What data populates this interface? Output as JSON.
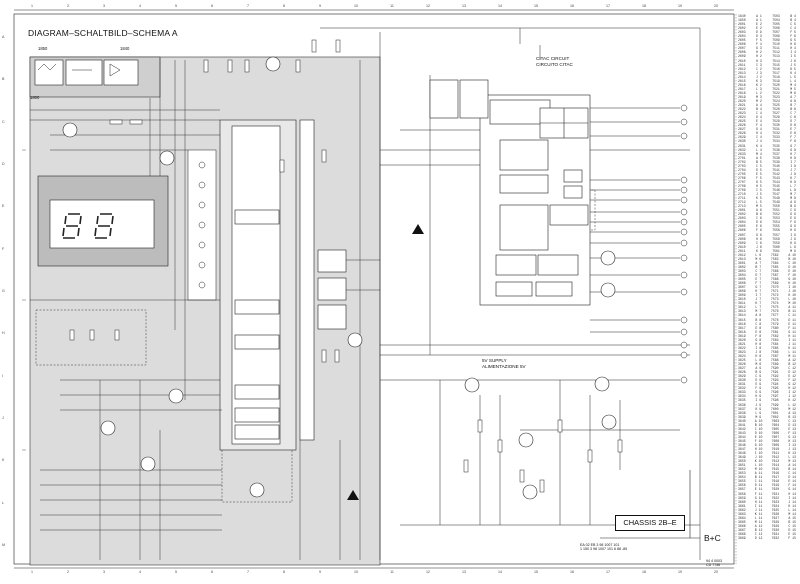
{
  "title": "DIAGRAM–SCHALTBILD–SCHEMA  A",
  "citac_circuit": {
    "line1": "CITAC CIRCUIT",
    "line2": "CIRCUITO CITAC"
  },
  "supply_5v": {
    "line1": "5V  SUPPLY",
    "line2": "ALIMENTAZIONE 5V"
  },
  "chassis_label": "CHASSIS  2B–E",
  "bc_label": "B+C",
  "board_refs": {
    "p1850": "1850",
    "p1840": "1840",
    "p1800": "1800"
  },
  "column_numbers": [
    "1",
    "2",
    "3",
    "4",
    "5",
    "6",
    "7",
    "8",
    "9",
    "10",
    "11",
    "12",
    "13",
    "14",
    "15",
    "16",
    "17",
    "18",
    "19",
    "20"
  ],
  "row_letters": [
    "A",
    "B",
    "C",
    "D",
    "E",
    "F",
    "G",
    "H",
    "I",
    "J",
    "K",
    "L",
    "M"
  ],
  "reference_table": [
    [
      "1840",
      "A 1",
      "7503",
      "B 4"
    ],
    [
      "1850",
      "A 1",
      "7504",
      "B 4"
    ],
    [
      "2601",
      "E 2",
      "7505",
      "C 5"
    ],
    [
      "2602",
      "E 2",
      "7506",
      "C 4"
    ],
    [
      "2603",
      "D 9",
      "7507",
      "F 5"
    ],
    [
      "2604",
      "D 3",
      "7508",
      "F 6"
    ],
    [
      "2605",
      "F 5",
      "7509",
      "G 5"
    ],
    [
      "2606",
      "F 4",
      "7510",
      "H 6"
    ],
    [
      "2607",
      "G 3",
      "7511",
      "H 4"
    ],
    [
      "2608",
      "H 2",
      "7512",
      "I 4"
    ],
    [
      "2609",
      "H 2",
      "7513",
      "I 5"
    ],
    [
      "2610",
      "H 3",
      "7514",
      "J 6"
    ],
    [
      "2611",
      "I 3",
      "7515",
      "J 5"
    ],
    [
      "2612",
      "I 2",
      "7516",
      "K 5"
    ],
    [
      "2613",
      "J 3",
      "7517",
      "K 4"
    ],
    [
      "2614",
      "J 2",
      "7518",
      "L 5"
    ],
    [
      "2615",
      "K 3",
      "7519",
      "L 4"
    ],
    [
      "2616",
      "K 2",
      "7520",
      "M 4"
    ],
    [
      "2617",
      "L 3",
      "7521",
      "M 5"
    ],
    [
      "2618",
      "L 2",
      "7522",
      "M 6"
    ],
    [
      "2619",
      "M 3",
      "7523",
      "A 7"
    ],
    [
      "2620",
      "M 2",
      "7524",
      "A 8"
    ],
    [
      "2621",
      "A 4",
      "7525",
      "B 7"
    ],
    [
      "2622",
      "B 4",
      "7526",
      "B 8"
    ],
    [
      "2623",
      "C 4",
      "7527",
      "C 7"
    ],
    [
      "2624",
      "D 4",
      "7528",
      "C 8"
    ],
    [
      "2625",
      "E 4",
      "7529",
      "D 7"
    ],
    [
      "2626",
      "F 4",
      "7530",
      "D 8"
    ],
    [
      "2627",
      "G 4",
      "7531",
      "E 7"
    ],
    [
      "2628",
      "H 4",
      "7532",
      "E 8"
    ],
    [
      "2629",
      "I 4",
      "7533",
      "F 7"
    ],
    [
      "2630",
      "J 4",
      "7534",
      "F 8"
    ],
    [
      "2631",
      "K 4",
      "7535",
      "G 7"
    ],
    [
      "2632",
      "L 4",
      "7536",
      "G 8"
    ],
    [
      "2633",
      "M 4",
      "7537",
      "H 7"
    ],
    [
      "2701",
      "A 5",
      "7538",
      "H 8"
    ],
    [
      "2702",
      "B 5",
      "7539",
      "I 7"
    ],
    [
      "2703",
      "C 5",
      "7540",
      "I 8"
    ],
    [
      "2704",
      "D 5",
      "7541",
      "J 7"
    ],
    [
      "2705",
      "E 5",
      "7542",
      "J 8"
    ],
    [
      "2706",
      "F 5",
      "7543",
      "K 7"
    ],
    [
      "2707",
      "G 5",
      "7544",
      "K 8"
    ],
    [
      "2708",
      "H 5",
      "7545",
      "L 7"
    ],
    [
      "2709",
      "I 5",
      "7546",
      "L 8"
    ],
    [
      "2710",
      "J 5",
      "7547",
      "M 7"
    ],
    [
      "2711",
      "K 5",
      "7548",
      "M 8"
    ],
    [
      "2712",
      "L 5",
      "7549",
      "A 9"
    ],
    [
      "2713",
      "M 5",
      "7550",
      "B 9"
    ],
    [
      "2801",
      "A 6",
      "7551",
      "C 9"
    ],
    [
      "2802",
      "B 6",
      "7552",
      "D 9"
    ],
    [
      "2803",
      "C 6",
      "7553",
      "E 9"
    ],
    [
      "2804",
      "D 6",
      "7554",
      "F 9"
    ],
    [
      "2805",
      "E 6",
      "7555",
      "G 9"
    ],
    [
      "2806",
      "F 6",
      "7556",
      "H 9"
    ],
    [
      "2807",
      "G 6",
      "7557",
      "I 9"
    ],
    [
      "2808",
      "H 6",
      "7558",
      "J 9"
    ],
    [
      "2809",
      "I 6",
      "7559",
      "K 9"
    ],
    [
      "2810",
      "J 6",
      "7560",
      "L 9"
    ],
    [
      "2811",
      "K 6",
      "7561",
      "M 9"
    ],
    [
      "2812",
      "L 6",
      "7562",
      "A 10"
    ],
    [
      "2813",
      "M 6",
      "7563",
      "B 10"
    ],
    [
      "3601",
      "A 7",
      "7564",
      "C 10"
    ],
    [
      "3602",
      "B 7",
      "7565",
      "D 10"
    ],
    [
      "3603",
      "C 7",
      "7566",
      "E 10"
    ],
    [
      "3604",
      "D 7",
      "7567",
      "F 10"
    ],
    [
      "3605",
      "E 7",
      "7568",
      "G 10"
    ],
    [
      "3606",
      "F 7",
      "7569",
      "H 10"
    ],
    [
      "3607",
      "G 7",
      "7570",
      "I 10"
    ],
    [
      "3608",
      "H 7",
      "7571",
      "J 10"
    ],
    [
      "3609",
      "I 7",
      "7572",
      "K 10"
    ],
    [
      "3610",
      "J 7",
      "7573",
      "L 10"
    ],
    [
      "3611",
      "K 7",
      "7574",
      "M 10"
    ],
    [
      "3612",
      "L 7",
      "7575",
      "A 11"
    ],
    [
      "3613",
      "M 7",
      "7576",
      "B 11"
    ],
    [
      "3614",
      "A 8",
      "7577",
      "C 11"
    ],
    [
      "3615",
      "B 8",
      "7578",
      "D 11"
    ],
    [
      "3616",
      "C 8",
      "7579",
      "E 11"
    ],
    [
      "3617",
      "D 8",
      "7580",
      "F 11"
    ],
    [
      "3618",
      "E 8",
      "7581",
      "G 11"
    ],
    [
      "3619",
      "F 8",
      "7582",
      "H 11"
    ],
    [
      "3620",
      "G 8",
      "7583",
      "I 11"
    ],
    [
      "3621",
      "H 8",
      "7584",
      "J 11"
    ],
    [
      "3622",
      "I 8",
      "7585",
      "K 11"
    ],
    [
      "3623",
      "J 8",
      "7586",
      "L 11"
    ],
    [
      "3624",
      "K 8",
      "7587",
      "M 11"
    ],
    [
      "3625",
      "L 8",
      "7588",
      "A 12"
    ],
    [
      "3626",
      "M 8",
      "7589",
      "B 12"
    ],
    [
      "3627",
      "A 9",
      "7590",
      "C 12"
    ],
    [
      "3628",
      "B 9",
      "7591",
      "D 12"
    ],
    [
      "3629",
      "C 9",
      "7592",
      "E 12"
    ],
    [
      "3630",
      "D 9",
      "7593",
      "F 12"
    ],
    [
      "3631",
      "E 9",
      "7594",
      "G 12"
    ],
    [
      "3632",
      "F 9",
      "7595",
      "H 12"
    ],
    [
      "3633",
      "G 9",
      "7596",
      "I 12"
    ],
    [
      "3634",
      "H 9",
      "7597",
      "J 12"
    ],
    [
      "3635",
      "I 9",
      "7598",
      "K 12"
    ],
    [
      "3636",
      "J 9",
      "7599",
      "L 12"
    ],
    [
      "3637",
      "K 9",
      "7600",
      "M 12"
    ],
    [
      "3638",
      "L 9",
      "7601",
      "A 13"
    ],
    [
      "3639",
      "M 9",
      "7602",
      "B 13"
    ],
    [
      "3640",
      "A 10",
      "7603",
      "C 13"
    ],
    [
      "3641",
      "B 10",
      "7604",
      "D 13"
    ],
    [
      "3642",
      "C 10",
      "7605",
      "E 13"
    ],
    [
      "3643",
      "D 10",
      "7606",
      "F 13"
    ],
    [
      "3644",
      "E 10",
      "7607",
      "G 13"
    ],
    [
      "3645",
      "F 10",
      "7608",
      "H 13"
    ],
    [
      "3646",
      "G 10",
      "7609",
      "I 13"
    ],
    [
      "3647",
      "H 10",
      "7610",
      "J 13"
    ],
    [
      "3648",
      "I 10",
      "7611",
      "K 13"
    ],
    [
      "3649",
      "J 10",
      "7612",
      "L 13"
    ],
    [
      "3650",
      "K 10",
      "7613",
      "M 13"
    ],
    [
      "3651",
      "L 10",
      "7614",
      "A 14"
    ],
    [
      "3652",
      "M 10",
      "7615",
      "B 14"
    ],
    [
      "3653",
      "A 11",
      "7616",
      "C 14"
    ],
    [
      "3654",
      "B 11",
      "7617",
      "D 14"
    ],
    [
      "3655",
      "C 11",
      "7618",
      "E 14"
    ],
    [
      "3656",
      "D 11",
      "7619",
      "F 14"
    ],
    [
      "3657",
      "E 11",
      "7620",
      "G 14"
    ],
    [
      "3658",
      "F 11",
      "7621",
      "H 14"
    ],
    [
      "3659",
      "G 11",
      "7622",
      "I 14"
    ],
    [
      "3660",
      "H 11",
      "7623",
      "J 14"
    ],
    [
      "3661",
      "I 11",
      "7624",
      "K 14"
    ],
    [
      "3662",
      "J 11",
      "7625",
      "L 14"
    ],
    [
      "3663",
      "K 11",
      "7626",
      "M 14"
    ],
    [
      "3664",
      "L 11",
      "7627",
      "A 15"
    ],
    [
      "3665",
      "M 11",
      "7628",
      "B 15"
    ],
    [
      "3666",
      "A 12",
      "7629",
      "C 15"
    ],
    [
      "3667",
      "B 12",
      "7630",
      "D 15"
    ],
    [
      "3668",
      "C 12",
      "7631",
      "E 15"
    ],
    [
      "3669",
      "D 12",
      "7632",
      "F 15"
    ]
  ],
  "notes": {
    "line1": "EA 02   EB 3 98 1007 101",
    "line2": "1 150 3 98 1007 101  6 88 -89"
  },
  "code": {
    "line1": "94 4 0003",
    "line2": "CD 7736"
  }
}
